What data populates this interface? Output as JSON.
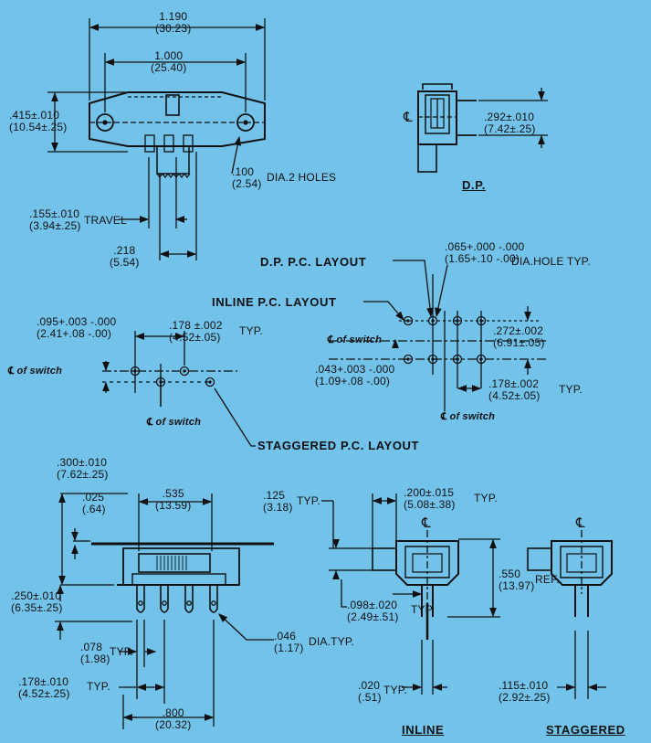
{
  "colors": {
    "background": "#73c2ea",
    "ink": "#111111"
  },
  "top_view": {
    "overall_in": "1.190",
    "overall_mm": "(30.23)",
    "holes_in": "1.000",
    "holes_mm": "(25.40)",
    "height_in": ".415±.010",
    "height_mm": "(10.54±.25)",
    "hole_in": ".100",
    "hole_mm": "(2.54)",
    "hole_note": "DIA.2 HOLES",
    "travel_in": ".155±.010",
    "travel_mm": "(3.94±.25)",
    "travel_note": "TRAVEL",
    "offset_in": ".218",
    "offset_mm": "(5.54)"
  },
  "dp_view": {
    "cl": "℄",
    "width_in": ".292±.010",
    "width_mm": "(7.42±.25)",
    "label": "D.P."
  },
  "layouts": {
    "dp_label": "D.P.  P.C. LAYOUT",
    "dp_hole_in": ".065+.000 -.000",
    "dp_hole_mm": "(1.65+.10 -.00)",
    "dp_hole_note": "DIA.HOLE TYP.",
    "inline_label": "INLINE P.C. LAYOUT",
    "inline_off_in": ".095+.003 -.000",
    "inline_off_mm": "(2.41+.08 -.00)",
    "inline_pitch_in": ".178 ±.002",
    "inline_pitch_mm": "(4.52±.05)",
    "inline_pitch_note": "TYP.",
    "cl_switch": "℄ of switch",
    "dp_row_in": ".272±.002",
    "dp_row_mm": "(6.91±.05)",
    "dp_off_in": ".043+.003 -.000",
    "dp_off_mm": "(1.09+.08 -.00)",
    "dp_pitch_in": ".178±.002",
    "dp_pitch_mm": "(4.52±.05)",
    "dp_pitch_note": "TYP.",
    "staggered_label": "STAGGERED P.C. LAYOUT"
  },
  "side_view": {
    "h_in": ".300±.010",
    "h_mm": "(7.62±.25)",
    "thk_in": ".025",
    "thk_mm": "(.64)",
    "slot_in": ".535",
    "slot_mm": "(13.59)",
    "pin_in": ".250±.010",
    "pin_mm": "(6.35±.25)",
    "pw_in": ".078",
    "pw_mm": "(1.98)",
    "pw_note": "TYP.",
    "pitch_in": ".178±.010",
    "pitch_mm": "(4.52±.25)",
    "pitch_note": "TYP.",
    "hole_in": ".046",
    "hole_mm": "(1.17)",
    "hole_note": "DIA.TYP.",
    "span_in": ".800",
    "span_mm": "(20.32)"
  },
  "end_views": {
    "cl": "℄",
    "a_in": ".125",
    "a_mm": "(3.18)",
    "a_note": "TYP.",
    "b_in": ".200±.015",
    "b_mm": "(5.08±.38)",
    "b_note": "TYP.",
    "c_in": ".550",
    "c_mm": "(13.97)",
    "c_note": "REF.",
    "d_in": ".098±.020",
    "d_mm": "(2.49±.51)",
    "d_note": "TYP.",
    "e_in": ".020",
    "e_mm": "(.51)",
    "e_note": "TYP.",
    "f_in": ".115±.010",
    "f_mm": "(2.92±.25)",
    "inline_label": "INLINE",
    "staggered_label": "STAGGERED"
  }
}
